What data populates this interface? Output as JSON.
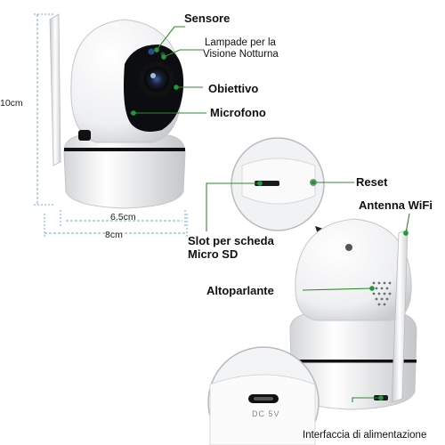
{
  "labels": {
    "sensor": "Sensore",
    "night_lamps_1": "Lampade per la",
    "night_lamps_2": "Visione Notturna",
    "lens": "Obiettivo",
    "microphone": "Microfono",
    "reset": "Reset",
    "wifi_antenna": "Antenna WiFi",
    "sd_slot_1": "Slot per scheda",
    "sd_slot_2": "Micro SD",
    "speaker": "Altoparlante",
    "power_port": "Interfaccia di alimentazione"
  },
  "dimensions": {
    "height": "10cm",
    "width_inner": "6.5cm",
    "width_outer": "8cm"
  },
  "port_marking": "DC 5V",
  "colors": {
    "leader_line": "#2e8b2e",
    "dimension_line": "#6fa8dc",
    "dot": "#1e9a3a"
  }
}
